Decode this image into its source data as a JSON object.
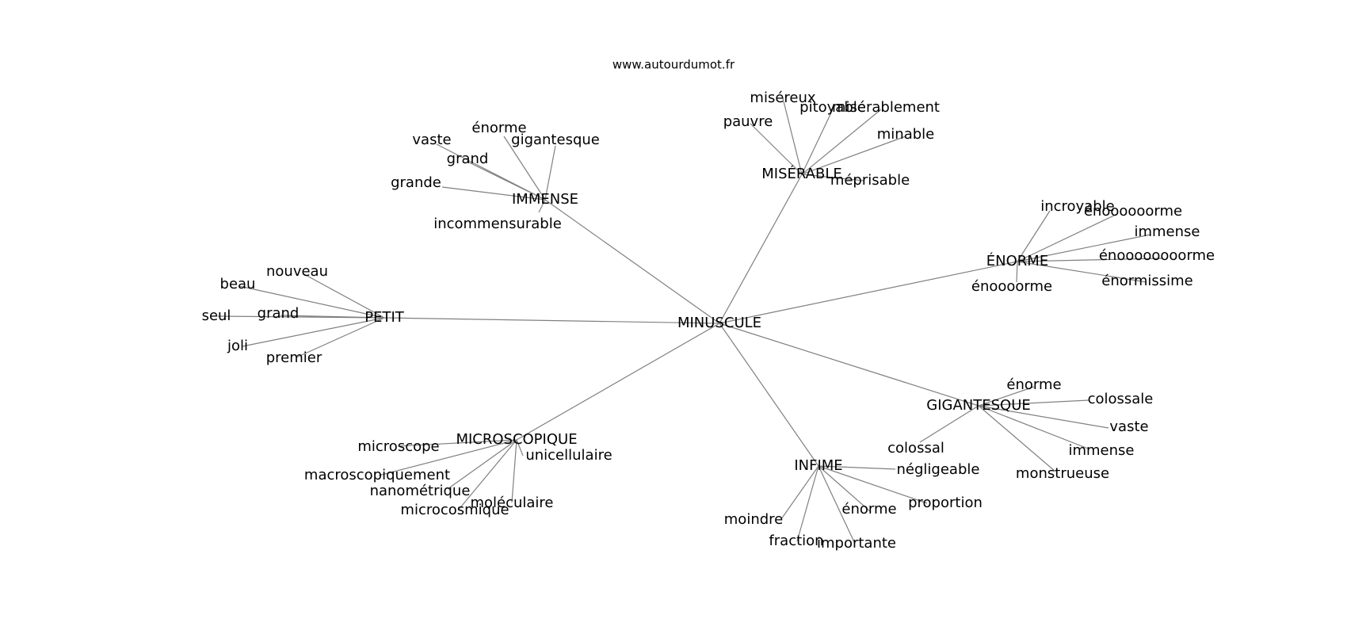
{
  "source": "www.autourdumot.fr",
  "center": "MINUSCULE",
  "groups": [
    {
      "word": "IMMENSE",
      "leaves": [
        "énorme",
        "vaste",
        "gigantesque",
        "grand",
        "grande",
        "incommensurable"
      ]
    },
    {
      "word": "MISÉRABLE",
      "leaves": [
        "miséreux",
        "pitoyable",
        "misérablement",
        "pauvre",
        "minable",
        "méprisable"
      ]
    },
    {
      "word": "ÉNORME",
      "leaves": [
        "incroyable",
        "énoooooorme",
        "immense",
        "énoooooooorme",
        "énormissime",
        "énoooorme"
      ]
    },
    {
      "word": "PETIT",
      "leaves": [
        "nouveau",
        "beau",
        "grand",
        "seul",
        "joli",
        "premier"
      ]
    },
    {
      "word": "GIGANTESQUE",
      "leaves": [
        "énorme",
        "colossale",
        "vaste",
        "colossal",
        "immense",
        "monstrueuse"
      ]
    },
    {
      "word": "MICROSCOPIQUE",
      "leaves": [
        "microscope",
        "unicellulaire",
        "macroscopiquement",
        "nanométrique",
        "moléculaire",
        "microcosmique"
      ]
    },
    {
      "word": "INFIME",
      "leaves": [
        "négligeable",
        "moindre",
        "proportion",
        "énorme",
        "fraction",
        "importante"
      ]
    }
  ]
}
